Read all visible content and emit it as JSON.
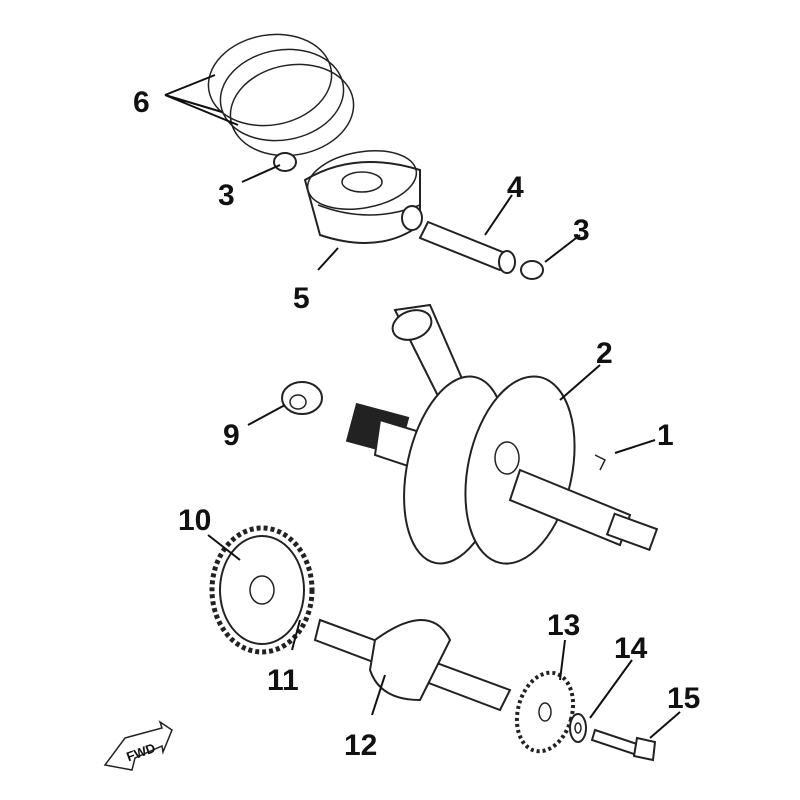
{
  "diagram": {
    "labels": {
      "piston_rings": "6",
      "piston_pin_clip_left": "3",
      "piston": "5",
      "piston_pin": "4",
      "piston_pin_clip_right": "3",
      "crankshaft_assy": "2",
      "key": "1",
      "oil_seal": "9",
      "balancer_drive_gear": "10",
      "key_small": "11",
      "balancer_shaft": "12",
      "balancer_driven_gear": "13",
      "washer": "14",
      "bolt": "15"
    },
    "fwd_arrow": "FWD"
  }
}
